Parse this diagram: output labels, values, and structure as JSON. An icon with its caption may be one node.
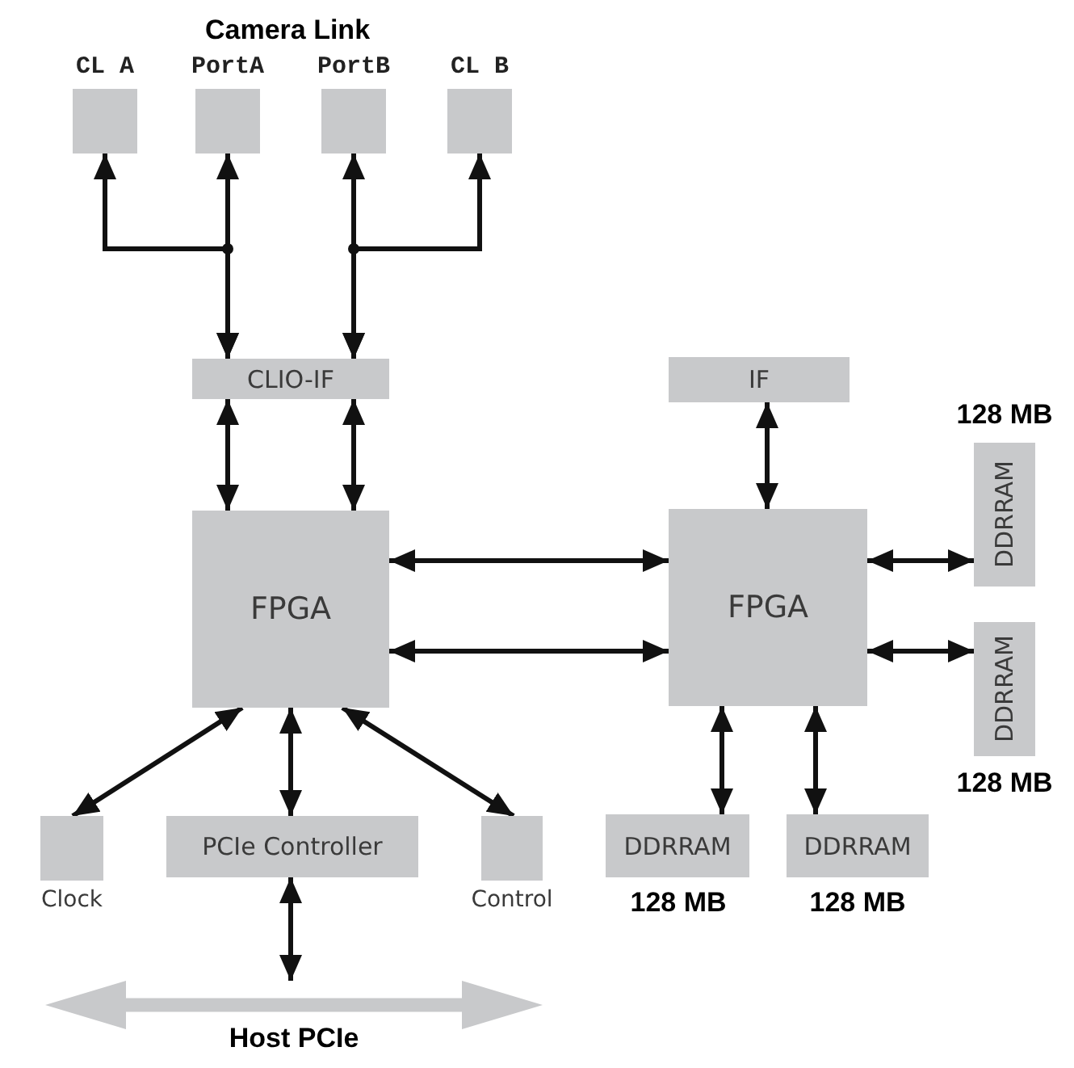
{
  "diagram": {
    "nodes": [
      {
        "text": [
          "CL A"
        ]
      },
      {
        "text": [
          "PortA"
        ]
      },
      {
        "text": [
          "PortB"
        ]
      },
      {
        "text": [
          "CL B"
        ]
      },
      {
        "text": [
          "CLIO-IF"
        ]
      },
      {
        "text": [
          "IF"
        ]
      },
      {
        "text": [
          "DDRRAM"
        ],
        "beside": [
          "128 MB"
        ]
      },
      {
        "text": [
          "FPGA"
        ]
      },
      {
        "text": [
          "FPGA"
        ]
      },
      {
        "text": [
          "DDRRAM"
        ],
        "beside": [
          "128 MB"
        ]
      },
      {
        "text": [
          "Clock"
        ]
      },
      {
        "text": [
          "PCIe Controller"
        ]
      },
      {
        "text": [
          "Control"
        ]
      },
      {
        "text": [
          "DDRRAM"
        ],
        "beside": [
          "128 MB"
        ]
      },
      {
        "text": [
          "DDRRAM"
        ],
        "beside": [
          "128 MB"
        ]
      },
      {
        "text": [
          "Host PCIe"
        ]
      }
    ],
    "edges": [
      {
        "from": 4,
        "to": 0,
        "arrow": "both"
      },
      {
        "from": 4,
        "to": 1,
        "arrow": "both"
      },
      {
        "from": 4,
        "to": 2,
        "arrow": "both"
      },
      {
        "from": 4,
        "to": 3,
        "arrow": "both"
      },
      {
        "from": 4,
        "to": 7,
        "arrow": "both"
      },
      {
        "from": 4,
        "to": 7,
        "arrow": "both"
      },
      {
        "from": 5,
        "to": 8,
        "arrow": "both"
      },
      {
        "from": 7,
        "to": 8,
        "arrow": "both"
      },
      {
        "from": 7,
        "to": 8,
        "arrow": "both"
      },
      {
        "from": 8,
        "to": 6,
        "arrow": "both"
      },
      {
        "from": 8,
        "to": 9,
        "arrow": "both"
      },
      {
        "from": 7,
        "to": 10,
        "arrow": "both"
      },
      {
        "from": 7,
        "to": 11,
        "arrow": "both"
      },
      {
        "from": 7,
        "to": 12,
        "arrow": "both"
      },
      {
        "from": 8,
        "to": 13,
        "arrow": "both"
      },
      {
        "from": 8,
        "to": 14,
        "arrow": "both"
      },
      {
        "from": 11,
        "to": 15,
        "arrow": "both"
      }
    ],
    "labels": [
      "Camera Link"
    ]
  }
}
